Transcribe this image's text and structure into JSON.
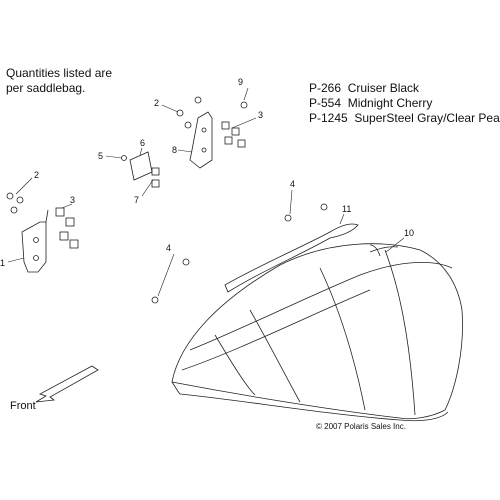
{
  "notes": {
    "quantity_line1": "Quantities listed are",
    "quantity_line2": "per saddlebag."
  },
  "paint_codes": [
    {
      "code": "P-266",
      "name": "Cruiser Black"
    },
    {
      "code": "P-554",
      "name": "Midnight Cherry"
    },
    {
      "code": "P-1245",
      "name": "SuperSteel Gray/Clear Pearl"
    }
  ],
  "callouts": {
    "c1": "1",
    "c2a": "2",
    "c2b": "2",
    "c3a": "3",
    "c3b": "3",
    "c4a": "4",
    "c4b": "4",
    "c5": "5",
    "c6": "6",
    "c7": "7",
    "c8": "8",
    "c9": "9",
    "c10": "10",
    "c11": "11"
  },
  "front_label": "Front",
  "copyright": "© 2007 Polaris Sales Inc."
}
